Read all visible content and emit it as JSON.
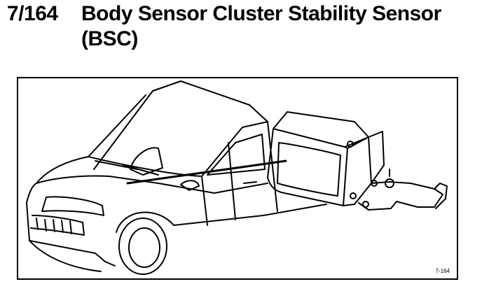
{
  "heading": {
    "number": "7/164",
    "title": "Body Sensor Cluster Stability Sensor (BSC)"
  },
  "figure": {
    "id_label": "7-164",
    "subject_icon": "car-with-sensor-callout-illustration"
  }
}
